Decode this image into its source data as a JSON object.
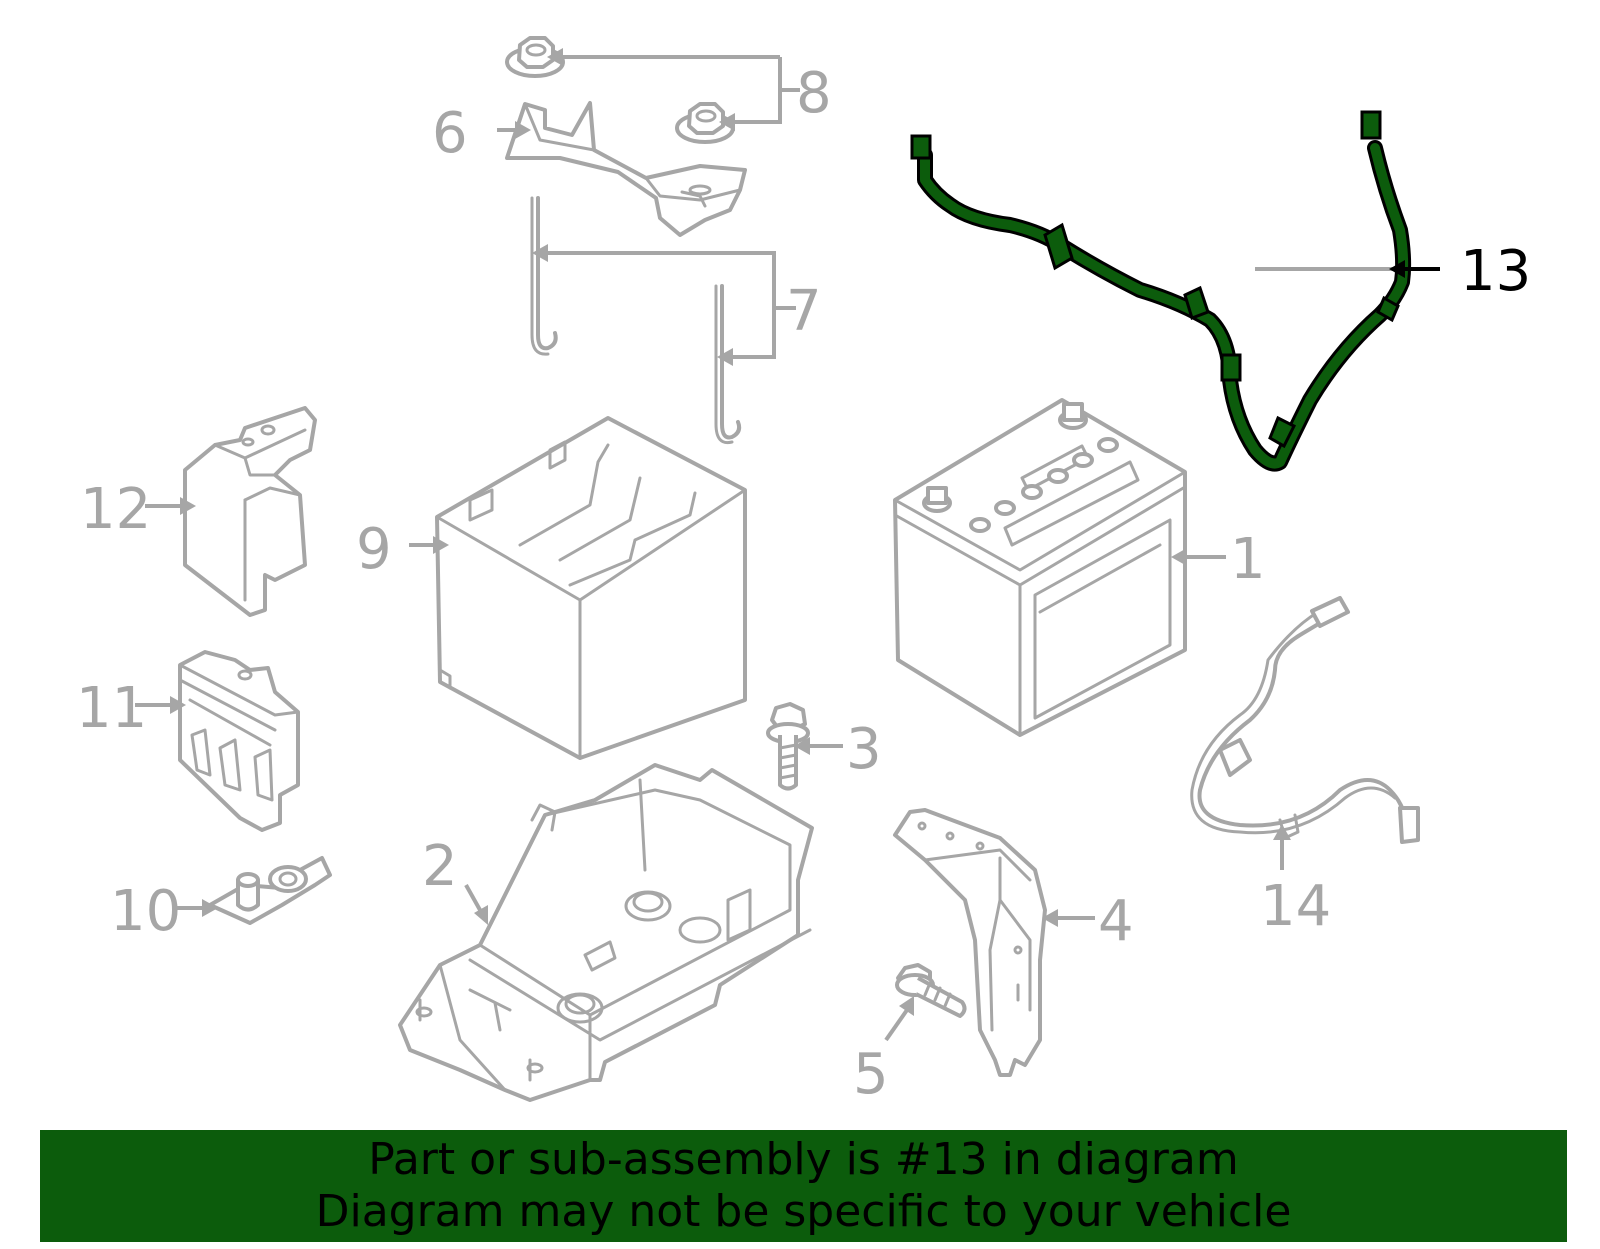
{
  "diagram": {
    "highlight_color": "#0c5c0c",
    "line_color": "#a6a6a6",
    "callouts": [
      {
        "id": 1,
        "label": "1"
      },
      {
        "id": 2,
        "label": "2"
      },
      {
        "id": 3,
        "label": "3"
      },
      {
        "id": 4,
        "label": "4"
      },
      {
        "id": 5,
        "label": "5"
      },
      {
        "id": 6,
        "label": "6"
      },
      {
        "id": 7,
        "label": "7"
      },
      {
        "id": 8,
        "label": "8"
      },
      {
        "id": 9,
        "label": "9"
      },
      {
        "id": 10,
        "label": "10"
      },
      {
        "id": 11,
        "label": "11"
      },
      {
        "id": 12,
        "label": "12"
      },
      {
        "id": 13,
        "label": "13",
        "highlighted": true
      },
      {
        "id": 14,
        "label": "14"
      }
    ]
  },
  "banner": {
    "line1": "Part or sub-assembly is #13 in diagram",
    "line2": "Diagram may not be specific to your vehicle"
  }
}
